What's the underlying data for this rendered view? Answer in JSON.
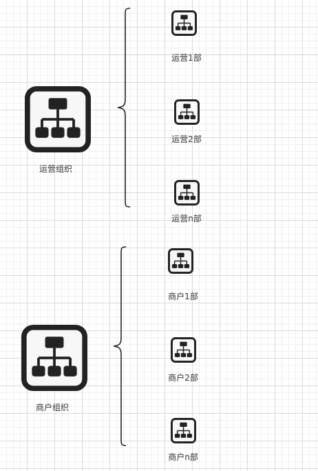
{
  "colors": {
    "icon_frame": "#222222",
    "icon_fill": "#f7f7f7",
    "brace": "#222222",
    "grid_major": "#d9d9d9",
    "grid_minor": "#efefef"
  },
  "icon_name": "org-chart-icon",
  "groups": [
    {
      "label": "运营组织",
      "departments": [
        {
          "label": "运营1部"
        },
        {
          "label": "运营2部"
        },
        {
          "label": "运营n部"
        }
      ]
    },
    {
      "label": "商户组织",
      "departments": [
        {
          "label": "商户1部"
        },
        {
          "label": "商户2部"
        },
        {
          "label": "商户n部"
        }
      ]
    }
  ]
}
